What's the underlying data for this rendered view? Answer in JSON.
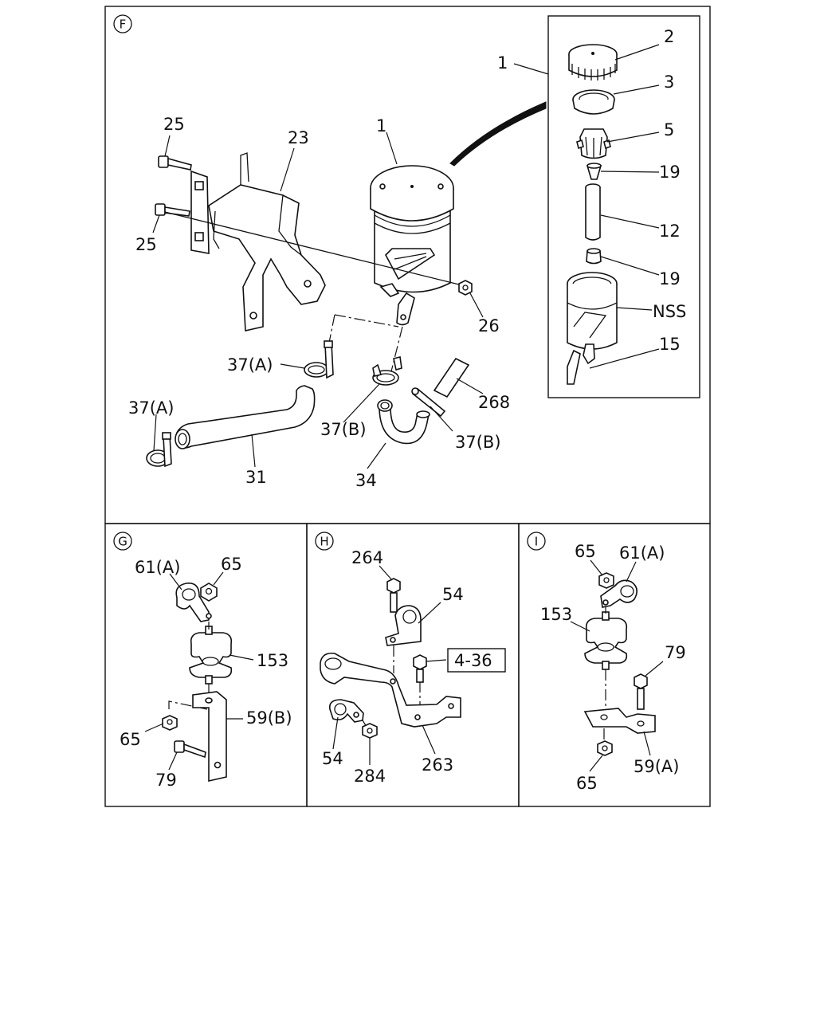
{
  "sections": {
    "F": "F",
    "G": "G",
    "H": "H",
    "I": "I"
  },
  "callouts": {
    "F": {
      "reservoir_1": "1",
      "inset_1": "1",
      "cap_2": "2",
      "seal_3": "3",
      "strainer_5": "5",
      "grommet_19_top": "19",
      "pipe_12": "12",
      "grommet_19_bottom": "19",
      "body_nss": "NSS",
      "bracket_15": "15",
      "bolt_25_top": "25",
      "bolt_25_bottom": "25",
      "bracket_23": "23",
      "nut_26": "26",
      "clip_37a_upper": "37(A)",
      "clip_37a_lower": "37(A)",
      "clip_37b_center": "37(B)",
      "clip_37b_right": "37(B)",
      "hose_31": "31",
      "hose_34": "34",
      "sleeve_268": "268"
    },
    "G": {
      "clip_61a": "61(A)",
      "nut_65_top": "65",
      "mount_153": "153",
      "bracket_59b": "59(B)",
      "nut_65_bottom": "65",
      "bolt_79": "79"
    },
    "H": {
      "bolt_264": "264",
      "clip_54_top": "54",
      "ref_4_36": "4-36",
      "clip_54_bottom": "54",
      "nut_284": "284",
      "bracket_263": "263"
    },
    "I": {
      "nut_65_top": "65",
      "clip_61a": "61(A)",
      "mount_153": "153",
      "bolt_79": "79",
      "bracket_59a": "59(A)",
      "nut_65_bottom": "65"
    }
  }
}
